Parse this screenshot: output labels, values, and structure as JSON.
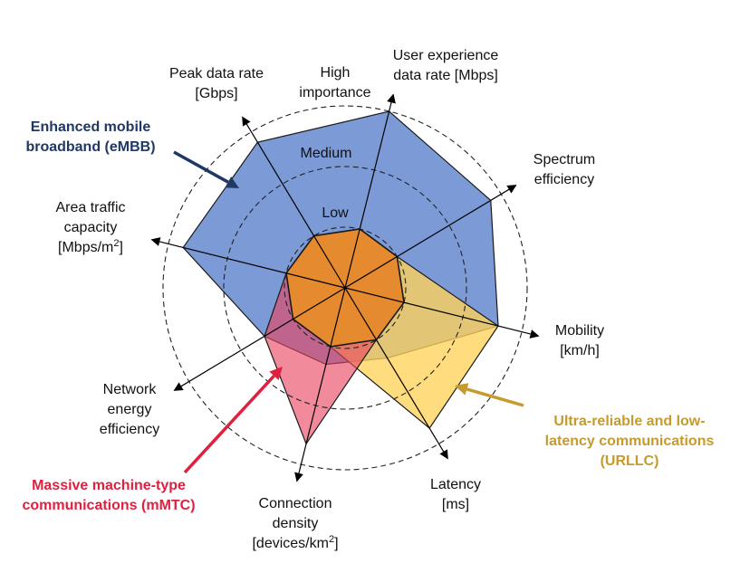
{
  "chart_data": {
    "type": "radar",
    "axes": [
      {
        "lines": [
          "User experience",
          "data rate [Mbps]"
        ]
      },
      {
        "lines": [
          "Spectrum",
          "efficiency"
        ]
      },
      {
        "lines": [
          "Mobility",
          "[km/h]"
        ]
      },
      {
        "lines": [
          "Latency",
          "[ms]"
        ]
      },
      {
        "lines": [
          "Connection",
          "density",
          "[devices/km²]"
        ]
      },
      {
        "lines": [
          "Network",
          "energy",
          "efficiency"
        ]
      },
      {
        "lines": [
          "Area traffic",
          "capacity",
          "[Mbps/m²]"
        ]
      },
      {
        "lines": [
          "Peak data rate",
          "[Gbps]"
        ]
      }
    ],
    "levels": [
      {
        "label": "Low"
      },
      {
        "lines": [
          "Medium"
        ]
      },
      {
        "lines": [
          "High",
          "importance"
        ]
      }
    ],
    "series": [
      {
        "name": "Enhanced mobile broadband (eMBB)",
        "lines": [
          "Enhanced mobile",
          "broadband (eMBB)"
        ],
        "values": [
          3,
          2.8,
          2.6,
          1.35,
          1.3,
          1.55,
          2.75,
          2.8
        ],
        "color": "#7b9ad6",
        "text_color": "#1f3864"
      },
      {
        "name": "Ultra-reliable and low-latency communications (URLLC)",
        "lines": [
          "Ultra-reliable and low-",
          "latency communications",
          "(URLLC)"
        ],
        "values": [
          1,
          1,
          2.6,
          2.7,
          1,
          1,
          1,
          1
        ],
        "color": "#ffd25a",
        "text_color": "#c79a2c"
      },
      {
        "name": "Massive machine-type communications (mMTC)",
        "lines": [
          "Massive machine-type",
          "communications (mMTC)"
        ],
        "values": [
          1,
          1,
          1,
          1,
          2.65,
          1.55,
          1,
          1
        ],
        "color": "#e8435f",
        "text_color": "#e0203f"
      }
    ],
    "overlap_color": "#e58a2e"
  }
}
